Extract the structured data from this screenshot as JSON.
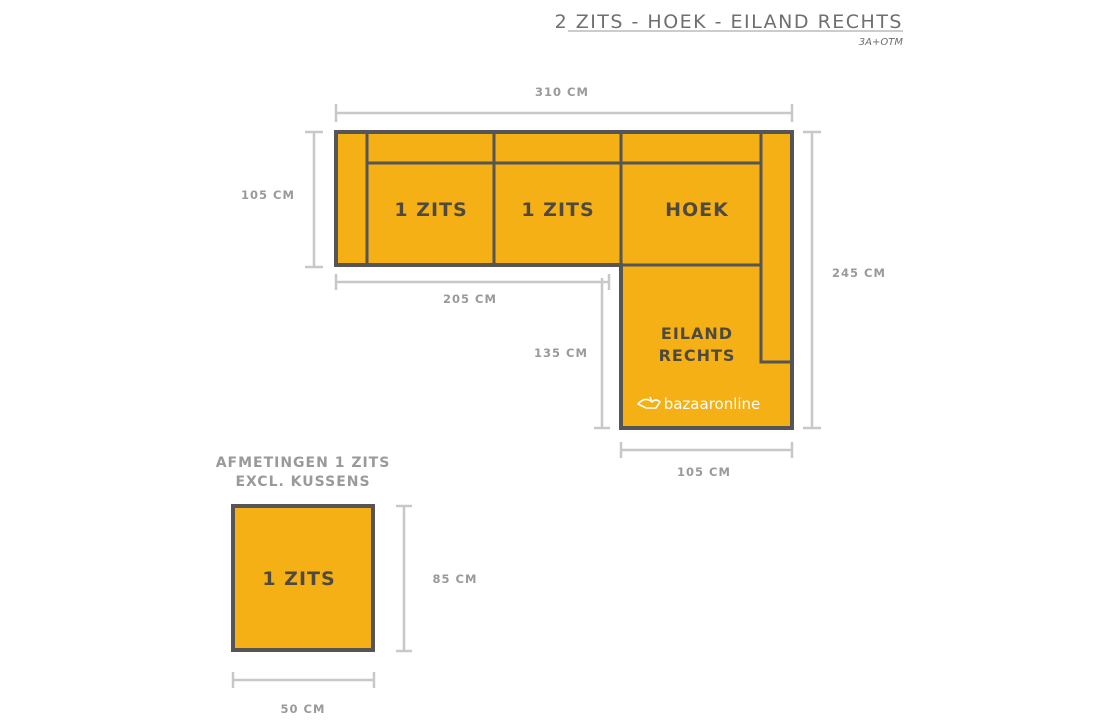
{
  "header": {
    "title": "2 ZITS - HOEK - EILAND RECHTS",
    "code": "3A+OTM"
  },
  "sofa": {
    "seat_1": "1 ZITS",
    "seat_2": "1 ZITS",
    "corner": "HOEK",
    "island_line_1": "EILAND",
    "island_line_2": "RECHTS",
    "logo": "bazaaronline"
  },
  "dimensions": {
    "total_width": "310 CM",
    "depth": "105 CM",
    "seats_width": "205 CM",
    "total_length": "245 CM",
    "island_length": "135 CM",
    "island_width": "105 CM"
  },
  "single_seat": {
    "note_line_1": "AFMETINGEN 1 ZITS",
    "note_line_2": "EXCL. KUSSENS",
    "label": "1 ZITS",
    "depth": "85 CM",
    "width": "50 CM"
  },
  "colors": {
    "fill": "#f4b015",
    "outline": "#555555",
    "dimension": "#c8c8c8"
  }
}
